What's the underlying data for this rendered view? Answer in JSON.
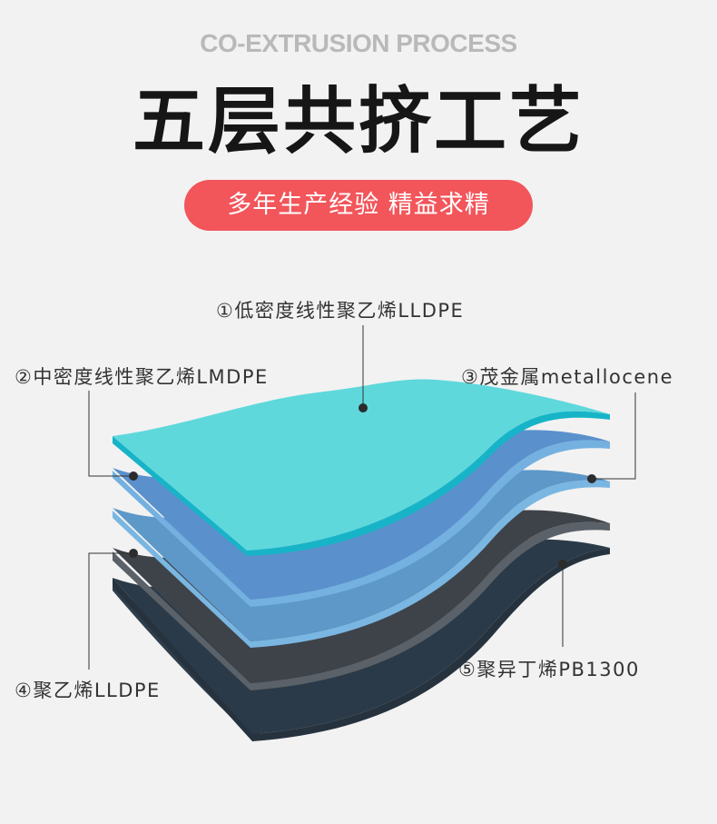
{
  "header": {
    "subtitle_en": "CO-EXTRUSION PROCESS",
    "title_cn": "五层共挤工艺",
    "tagline": "多年生产经验 精益求精"
  },
  "layers": [
    {
      "number": "①",
      "label": "低密度线性聚乙烯LLDPE",
      "color": "#5fd8dc"
    },
    {
      "number": "②",
      "label": "中密度线性聚乙烯LMDPE",
      "color": "#5b93cf"
    },
    {
      "number": "③",
      "label": "茂金属metallocene",
      "color": "#5d97c9"
    },
    {
      "number": "④",
      "label": "聚乙烯LLDPE",
      "color": "#3d4248"
    },
    {
      "number": "⑤",
      "label": "聚异丁烯PB1300",
      "color": "#2b3945"
    }
  ],
  "colors": {
    "background": "#f2f2f2",
    "accent": "#f2555a",
    "title": "#161616",
    "subtitle": "#b9b9b9"
  }
}
